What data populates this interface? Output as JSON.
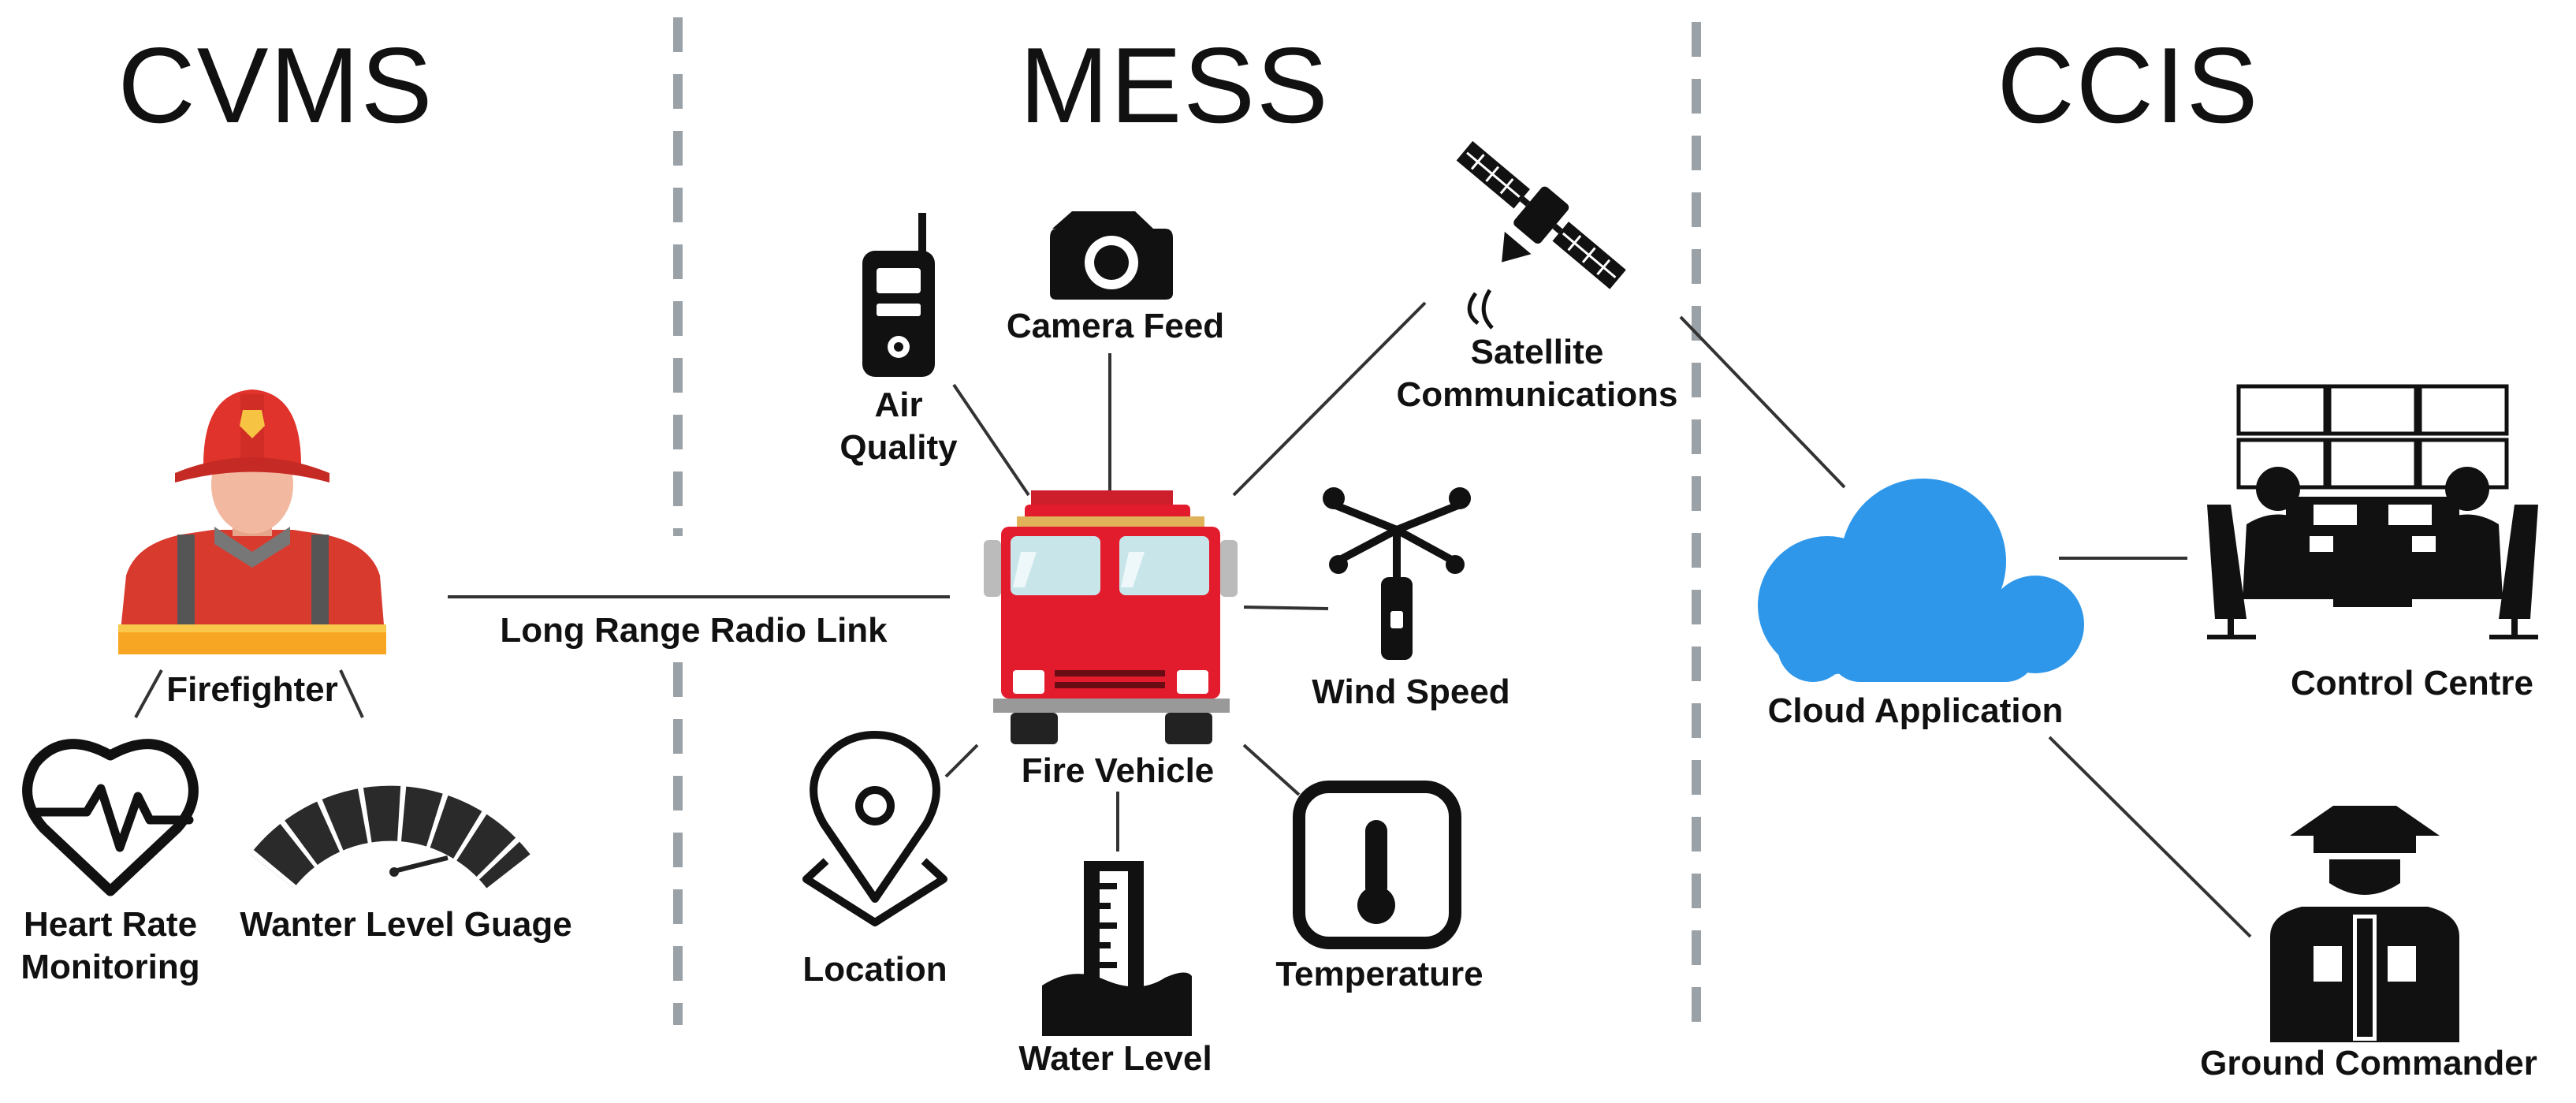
{
  "sections": {
    "left": "CVMS",
    "middle": "MESS",
    "right": "CCIS"
  },
  "labels": {
    "firefighter": "Firefighter",
    "heart_rate_1": "Heart Rate",
    "heart_rate_2": "Monitoring",
    "water_gauge": "Wanter Level Guage",
    "radio_link": "Long Range Radio Link",
    "air_quality_1": "Air",
    "air_quality_2": "Quality",
    "camera_feed": "Camera Feed",
    "satellite_1": "Satellite",
    "satellite_2": "Communications",
    "wind_speed": "Wind Speed",
    "fire_vehicle": "Fire Vehicle",
    "location": "Location",
    "water_level": "Water Level",
    "temperature": "Temperature",
    "cloud_app": "Cloud Application",
    "control_centre": "Control Centre",
    "ground_commander": "Ground Commander"
  },
  "colors": {
    "divider": "#9aa2a8",
    "connector": "#333333",
    "cloud": "#2f97ea",
    "truck_red": "#e21b2d",
    "helmet_red": "#e0332b",
    "skin": "#f2b9a0",
    "icon_dark": "#111111"
  },
  "icons": [
    "firefighter-icon",
    "heart-rate-icon",
    "gauge-icon",
    "radio-icon",
    "camera-icon",
    "satellite-icon",
    "anemometer-icon",
    "fire-truck-icon",
    "location-pin-icon",
    "water-level-icon",
    "thermometer-icon",
    "cloud-icon",
    "control-centre-icon",
    "commander-icon"
  ]
}
